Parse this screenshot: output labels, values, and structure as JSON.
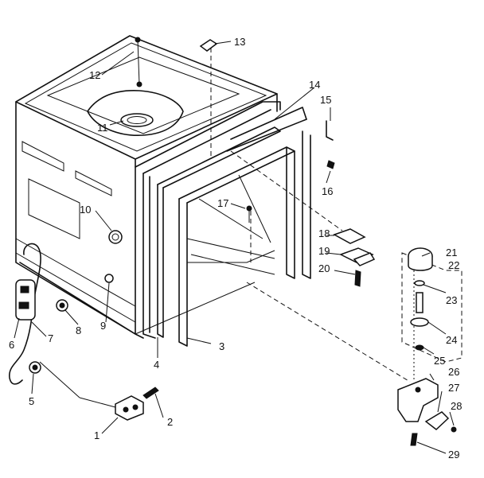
{
  "callouts": [
    {
      "id": "c1",
      "text": "1"
    },
    {
      "id": "c2",
      "text": "2"
    },
    {
      "id": "c3",
      "text": "3"
    },
    {
      "id": "c4",
      "text": "4"
    },
    {
      "id": "c5",
      "text": "5"
    },
    {
      "id": "c6",
      "text": "6"
    },
    {
      "id": "c7",
      "text": "7"
    },
    {
      "id": "c8",
      "text": "8"
    },
    {
      "id": "c9",
      "text": "9"
    },
    {
      "id": "c10",
      "text": "10"
    },
    {
      "id": "c11",
      "text": "11"
    },
    {
      "id": "c12",
      "text": "12"
    },
    {
      "id": "c13",
      "text": "13"
    },
    {
      "id": "c14",
      "text": "14"
    },
    {
      "id": "c15",
      "text": "15"
    },
    {
      "id": "c16",
      "text": "16"
    },
    {
      "id": "c17",
      "text": "17"
    },
    {
      "id": "c18",
      "text": "18"
    },
    {
      "id": "c19",
      "text": "19"
    },
    {
      "id": "c20",
      "text": "20"
    },
    {
      "id": "c21",
      "text": "21"
    },
    {
      "id": "c22",
      "text": "22"
    },
    {
      "id": "c23",
      "text": "23"
    },
    {
      "id": "c24",
      "text": "24"
    },
    {
      "id": "c25",
      "text": "25"
    },
    {
      "id": "c26",
      "text": "26"
    },
    {
      "id": "c27",
      "text": "27"
    },
    {
      "id": "c28",
      "text": "28"
    },
    {
      "id": "c29",
      "text": "29"
    }
  ]
}
